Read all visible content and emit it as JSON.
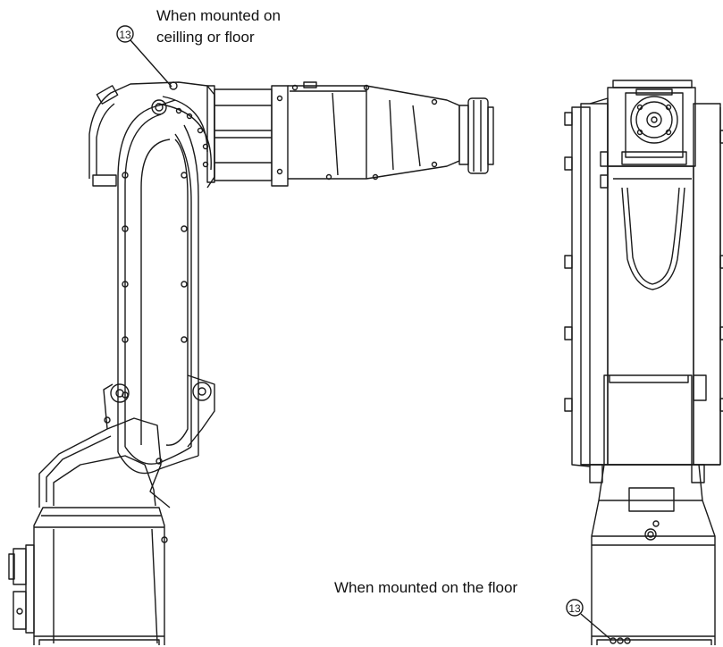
{
  "callouts": {
    "top": {
      "number": "13",
      "line1": "When mounted on",
      "line2": "ceilling or floor"
    },
    "bottom": {
      "number": "13",
      "line1": "When mounted on the floor"
    }
  },
  "colors": {
    "line": "#1a1a1a",
    "background": "#ffffff"
  }
}
